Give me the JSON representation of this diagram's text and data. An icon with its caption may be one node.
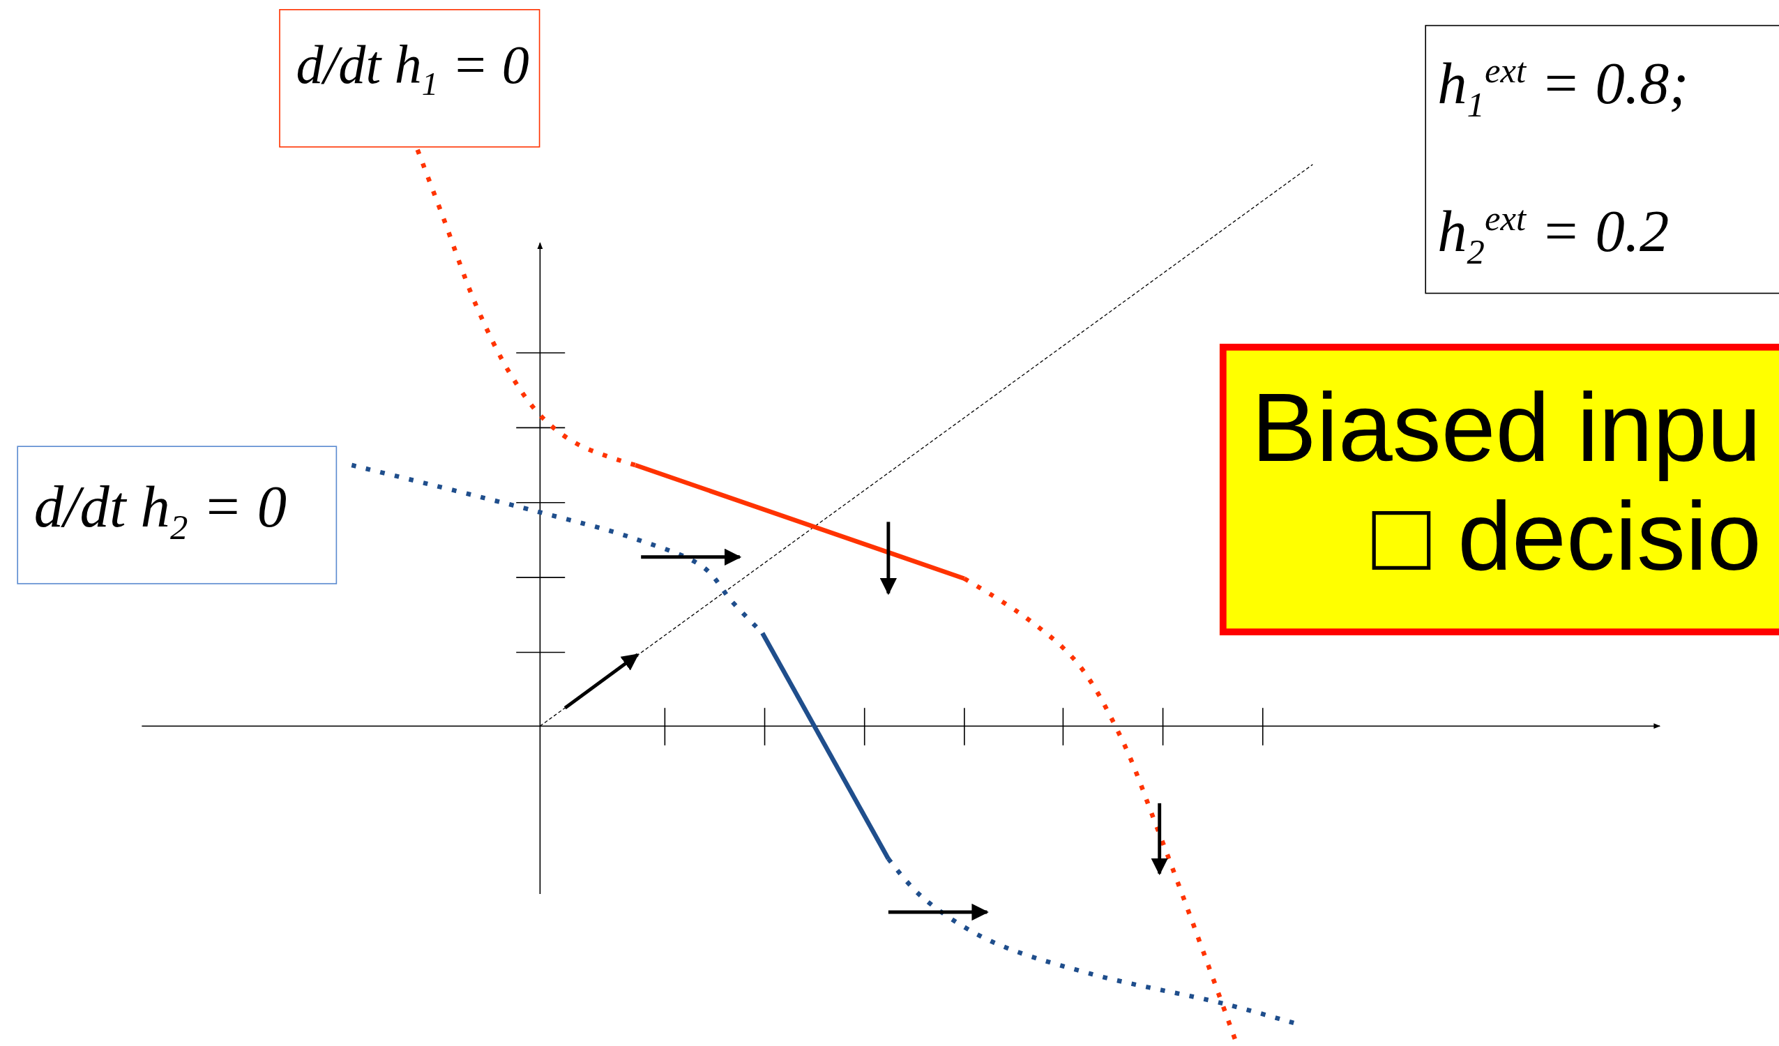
{
  "diagram": {
    "nodes": [
      {
        "text": [
          "d/dt h$_{1}$ = 0"
        ]
      },
      {
        "text": [
          "d/dt h$_{2}$ = 0"
        ]
      },
      {
        "text": [
          "h$_{1}$$^{ext}$ = 0.8;",
          "h$_{2}$$^{ext}$ = 0.2"
        ]
      },
      {
        "text": [
          "Biased inpu",
          "□ decisio"
        ]
      }
    ]
  }
}
